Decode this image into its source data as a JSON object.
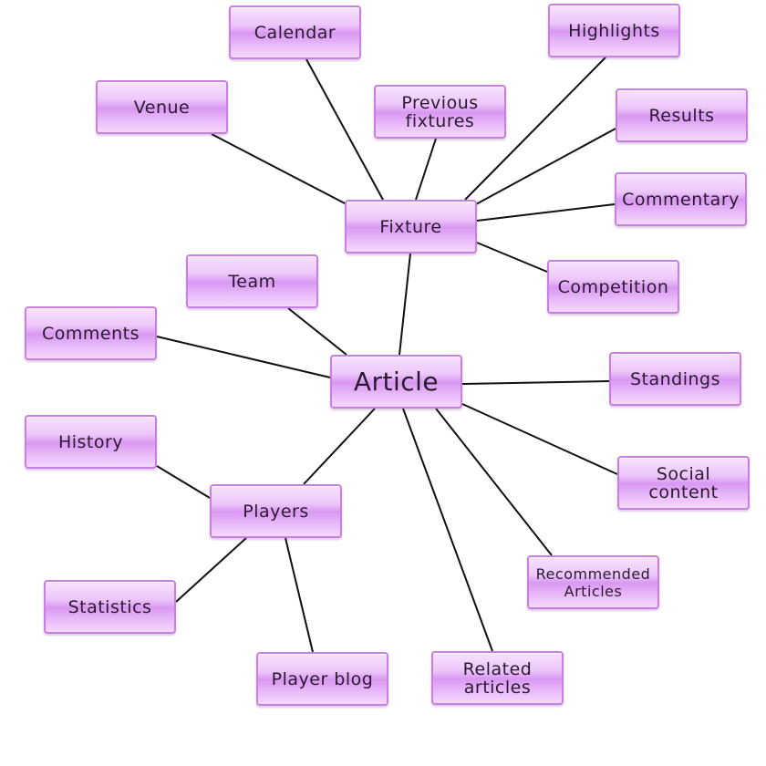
{
  "nodes": {
    "calendar": "Calendar",
    "highlights": "Highlights",
    "venue": "Venue",
    "previous_fixtures": "Previous\nfixtures",
    "results": "Results",
    "commentary": "Commentary",
    "fixture": "Fixture",
    "competition": "Competition",
    "team": "Team",
    "comments": "Comments",
    "article": "Article",
    "standings": "Standings",
    "history": "History",
    "social_content": "Social\ncontent",
    "players": "Players",
    "recommended_articles": "Recommended\nArticles",
    "statistics": "Statistics",
    "player_blog": "Player blog",
    "related_articles": "Related\narticles"
  },
  "connections": [
    [
      "fixture",
      "calendar"
    ],
    [
      "fixture",
      "highlights"
    ],
    [
      "fixture",
      "venue"
    ],
    [
      "fixture",
      "previous_fixtures"
    ],
    [
      "fixture",
      "results"
    ],
    [
      "fixture",
      "commentary"
    ],
    [
      "fixture",
      "competition"
    ],
    [
      "article",
      "fixture"
    ],
    [
      "article",
      "team"
    ],
    [
      "article",
      "comments"
    ],
    [
      "article",
      "standings"
    ],
    [
      "article",
      "social_content"
    ],
    [
      "article",
      "players"
    ],
    [
      "article",
      "recommended_articles"
    ],
    [
      "article",
      "related_articles"
    ],
    [
      "players",
      "history"
    ],
    [
      "players",
      "statistics"
    ],
    [
      "players",
      "player_blog"
    ]
  ],
  "colors": {
    "node_fill": "#e3b0f5",
    "node_border": "#c77fe0",
    "edge": "#111111",
    "text": "#2a1a30"
  }
}
